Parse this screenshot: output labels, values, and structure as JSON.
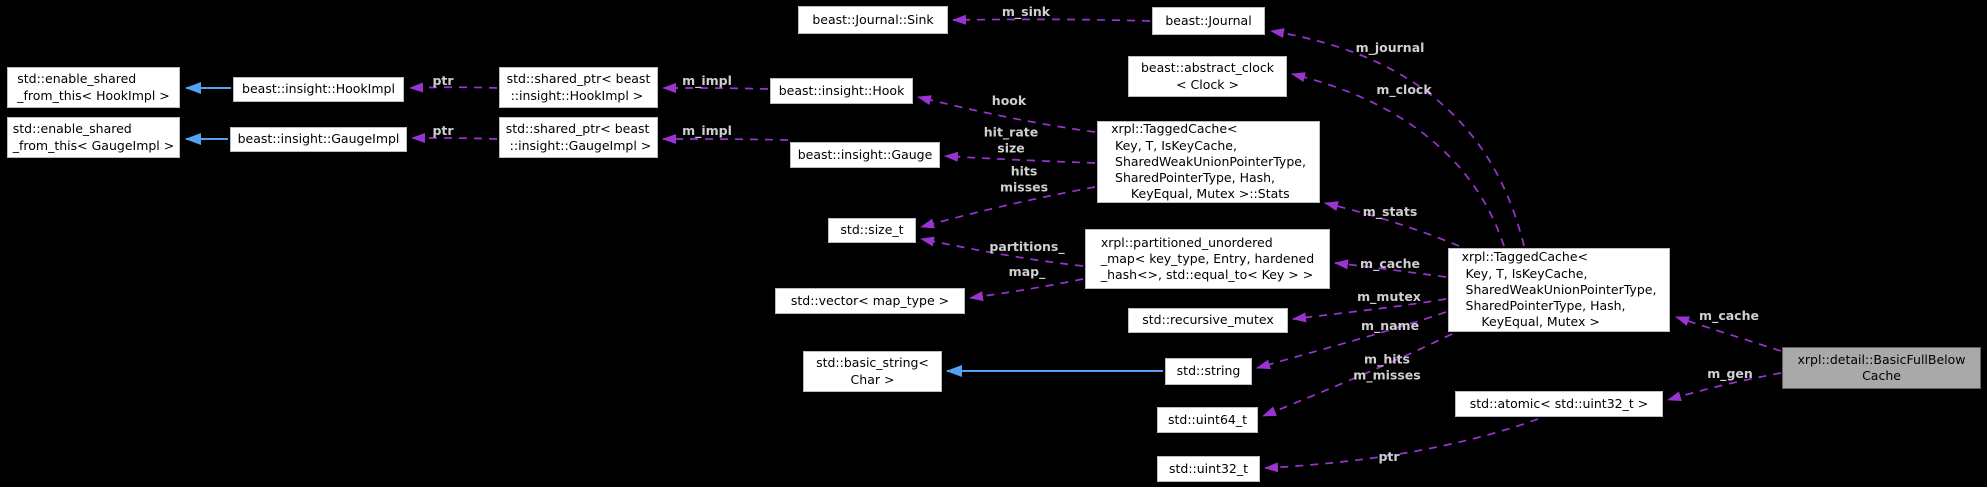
{
  "diagram": {
    "type": "doxygen-collaboration-graph",
    "background_color": "#000000",
    "usage_arrow_color": "#9a34d1",
    "inheritance_arrow_color": "#55a0f0",
    "node_fill": "#ffffff",
    "highlight_node_fill": "#a9a9a9",
    "nodes": {
      "sink": {
        "label": "beast::Journal::Sink"
      },
      "journal": {
        "label": "beast::Journal"
      },
      "esft_hook": {
        "label": "std::enable_shared\n_from_this< HookImpl >"
      },
      "hookimpl": {
        "label": "beast::insight::HookImpl"
      },
      "sp_hook": {
        "label": "std::shared_ptr< beast\n ::insight::HookImpl >"
      },
      "hook": {
        "label": "beast::insight::Hook"
      },
      "esft_gauge": {
        "label": "std::enable_shared\n_from_this< GaugeImpl >"
      },
      "gaugeimpl": {
        "label": "beast::insight::GaugeImpl"
      },
      "sp_gauge": {
        "label": "std::shared_ptr< beast\n ::insight::GaugeImpl >"
      },
      "gauge": {
        "label": "beast::insight::Gauge"
      },
      "clock": {
        "label": "beast::abstract_clock\n< Clock >"
      },
      "stats": {
        "label": "xrpl::TaggedCache<\n Key, T, IsKeyCache,\n SharedWeakUnionPointerType,\n SharedPointerType, Hash,\n     KeyEqual, Mutex >::Stats"
      },
      "size_t": {
        "label": "std::size_t"
      },
      "pmap": {
        "label": "xrpl::partitioned_unordered\n_map< key_type, Entry, hardened\n_hash<>, std::equal_to< Key > >"
      },
      "vector": {
        "label": "std::vector< map_type >"
      },
      "rmutex": {
        "label": "std::recursive_mutex"
      },
      "bstring": {
        "label": "std::basic_string<\nChar >"
      },
      "string": {
        "label": "std::string"
      },
      "uint64": {
        "label": "std::uint64_t"
      },
      "uint32": {
        "label": "std::uint32_t"
      },
      "tagged": {
        "label": "xrpl::TaggedCache<\n Key, T, IsKeyCache,\n SharedWeakUnionPointerType,\n SharedPointerType, Hash,\n     KeyEqual, Mutex >"
      },
      "atomic": {
        "label": "std::atomic< std::uint32_t >"
      },
      "main": {
        "label": "xrpl::detail::BasicFullBelow\nCache"
      }
    },
    "edge_labels": {
      "m_sink": "m_sink",
      "m_journal": "m_journal",
      "ptr_hook": "ptr",
      "m_impl_hook": "m_impl",
      "hook": "hook",
      "ptr_gauge": "ptr",
      "m_impl_gauge": "m_impl",
      "hit_rate_size": "hit_rate\nsize",
      "hits_misses": "hits\nmisses",
      "m_clock": "m_clock",
      "m_stats": "m_stats",
      "partitions": "partitions_",
      "map": "map_",
      "m_cache_left": "m_cache",
      "m_mutex": "m_mutex",
      "m_name": "m_name",
      "m_hits_misses": "m_hits\nm_misses",
      "ptr_atomic": "ptr",
      "m_cache_right": "m_cache",
      "m_gen": "m_gen"
    }
  }
}
